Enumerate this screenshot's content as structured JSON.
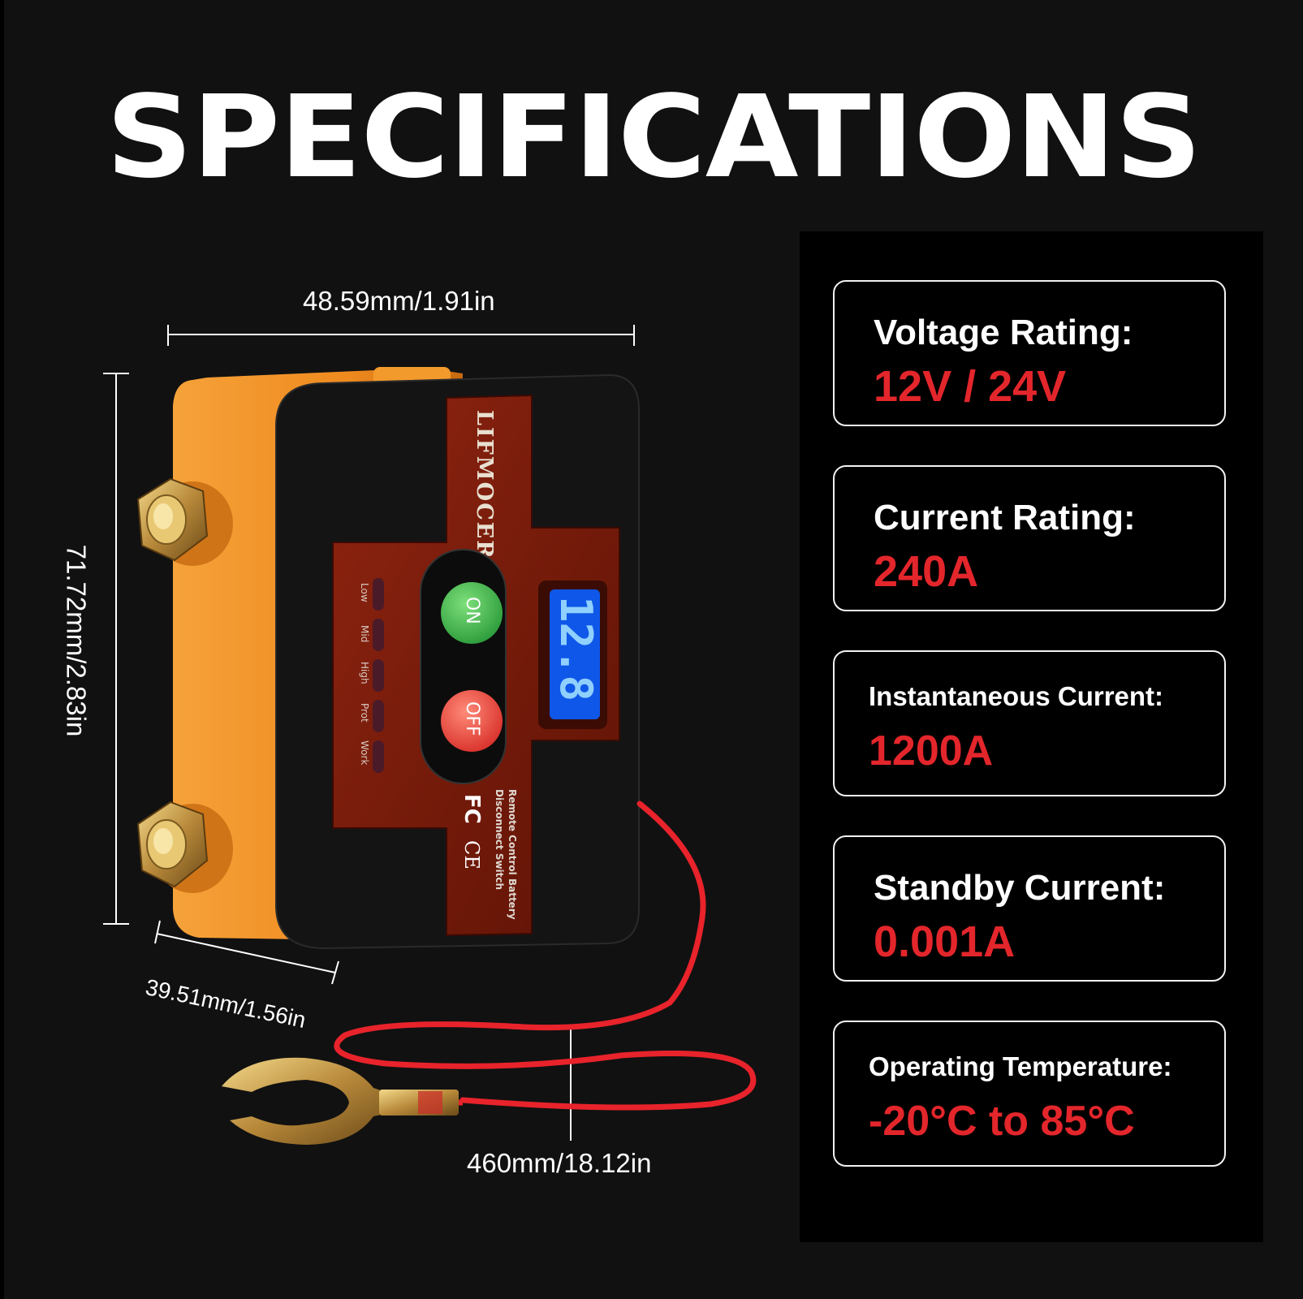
{
  "headline": "SPECIFICATIONS",
  "dimensions": {
    "width": "48.59mm/1.91in",
    "height": "71.72mm/2.83in",
    "depth": "39.51mm/1.56in",
    "cable_length": "460mm/18.12in"
  },
  "device": {
    "brand": "LIFMOCER",
    "display_value": "12.8",
    "on_label": "ON",
    "off_label": "OFF",
    "indicators": [
      "Low",
      "Mid",
      "High",
      "Prot",
      "Work"
    ],
    "caption_line1": "Remote Control Battery",
    "caption_line2": "Disconnect Switch",
    "cert_fc": "FC",
    "cert_ce": "CE"
  },
  "specs": [
    {
      "label": "Voltage Rating:",
      "value": "12V / 24V"
    },
    {
      "label": "Current Rating:",
      "value": "240A"
    },
    {
      "label": "Instantaneous Current:",
      "value": "1200A"
    },
    {
      "label": "Standby Current:",
      "value": "0.001A"
    },
    {
      "label": "Operating Temperature:",
      "value": "-20°C to 85°C"
    }
  ],
  "colors": {
    "background": "#111111",
    "panel": "#000000",
    "accent_red": "#e3262b",
    "housing_orange": "#f08a1c",
    "cover_red_brown": "#7a1a0c",
    "display_blue": "#1a6cff",
    "on_green": "#33b34a",
    "off_red": "#e8403a"
  }
}
